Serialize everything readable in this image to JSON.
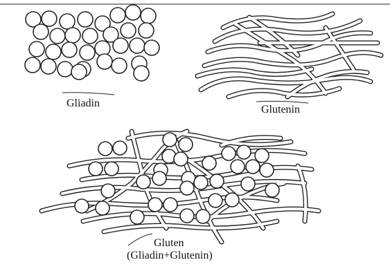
{
  "labels": {
    "gliadin": "Gliadin",
    "glutenin": "Glutenin",
    "gluten": "Gluten",
    "gluten_sub": "(Gliadin+Glutenin)"
  }
}
